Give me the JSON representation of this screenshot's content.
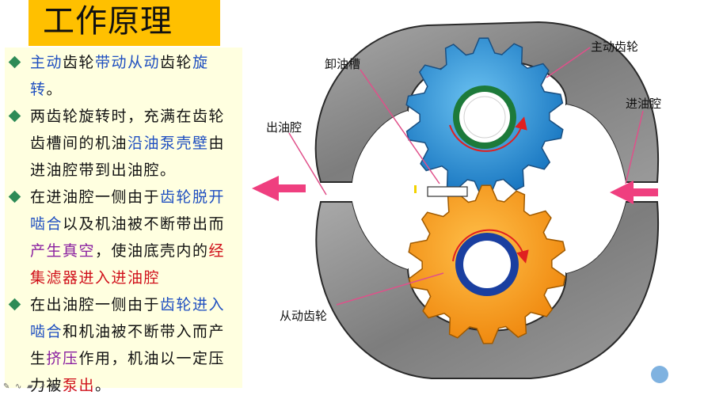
{
  "title": "工作原理",
  "bullets": [
    [
      {
        "t": "主动",
        "c": "blue"
      },
      {
        "t": "齿轮",
        "c": "black"
      },
      {
        "t": "带动从动",
        "c": "blue"
      },
      {
        "t": "齿轮",
        "c": "black"
      },
      {
        "t": "旋转",
        "c": "blue"
      },
      {
        "t": "。",
        "c": "black"
      }
    ],
    [
      {
        "t": "两齿轮旋转时，充满在齿轮齿槽间的机油",
        "c": "black"
      },
      {
        "t": "沿油泵壳壁",
        "c": "blue"
      },
      {
        "t": "由进油腔带到出油腔。",
        "c": "black"
      }
    ],
    [
      {
        "t": "在进油腔一侧由于",
        "c": "black"
      },
      {
        "t": "齿轮脱开啮合",
        "c": "blue"
      },
      {
        "t": "以及机油被不断带出而",
        "c": "black"
      },
      {
        "t": "产生真空",
        "c": "purple"
      },
      {
        "t": "，使油底壳内的",
        "c": "black"
      },
      {
        "t": "经集滤器进入进油腔",
        "c": "red"
      }
    ],
    [
      {
        "t": "在出油腔一侧由于",
        "c": "black"
      },
      {
        "t": "齿轮进入啮合",
        "c": "blue"
      },
      {
        "t": "和机油被不断带入而产生",
        "c": "black"
      },
      {
        "t": "挤压",
        "c": "purple"
      },
      {
        "t": "作用，机油以一定压力被",
        "c": "black"
      },
      {
        "t": "泵出",
        "c": "red"
      },
      {
        "t": "。",
        "c": "black"
      }
    ]
  ],
  "labels": {
    "drive_gear": "主动齿轮",
    "relief_groove": "卸油槽",
    "outlet_chamber": "出油腔",
    "inlet_chamber": "进油腔",
    "driven_gear": "从动齿轮"
  },
  "colors": {
    "title_bg": "#ffc000",
    "panel_bg": "#ffffe0",
    "drive_gear": "#2a8fd0",
    "driven_gear": "#f7a21b",
    "housing": "#8c8c8c",
    "arrow": "#ef3f7f",
    "bullet_diamond": "#2e8b57"
  },
  "icons": [
    "pen-icon",
    "highlighter-icon",
    "eraser-icon",
    "pointer-icon",
    "more-icon"
  ]
}
